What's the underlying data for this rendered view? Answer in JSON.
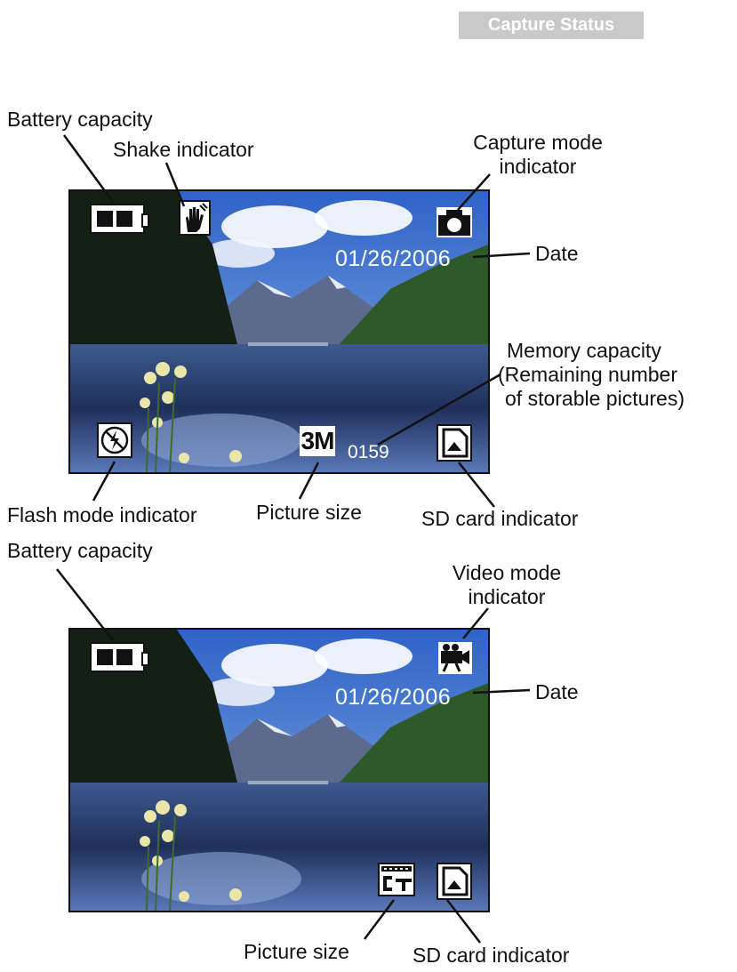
{
  "header": {
    "title": "Capture Status"
  },
  "capture": {
    "battery_label": "Battery capacity",
    "shake_label": "Shake indicator",
    "mode_label": [
      "Capture mode",
      "indicator"
    ],
    "date_label": "Date",
    "memory_label": [
      "Memory capacity",
      "(Remaining number",
      "of storable pictures)"
    ],
    "flash_label": "Flash mode indicator",
    "size_label": "Picture size",
    "sd_label": "SD card indicator",
    "date_value": "01/26/2006",
    "size_value": "3M",
    "count_value": "0159"
  },
  "video": {
    "battery_label": "Battery capacity",
    "mode_label": [
      "Video mode",
      "indicator"
    ],
    "date_label": "Date",
    "size_label": "Picture size",
    "sd_label": "SD card indicator",
    "date_value": "01/26/2006"
  },
  "icons": [
    "battery-icon",
    "shake-hand-icon",
    "camera-icon",
    "flash-off-icon",
    "sd-card-icon",
    "video-camera-icon",
    "film-size-icon"
  ]
}
